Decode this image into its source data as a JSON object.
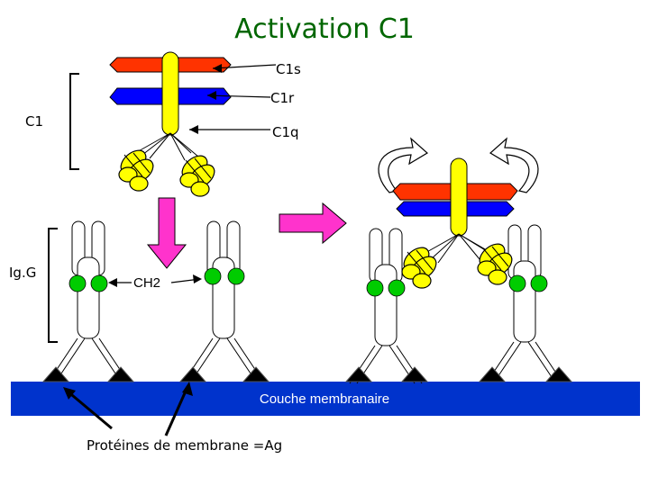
{
  "title": "Activation C1",
  "labels": {
    "c1s": "C1s",
    "c1r": "C1r",
    "c1q": "C1q",
    "c1": "C1",
    "igg": "Ig.G",
    "ch2": "CH2",
    "membrane": "Couche membranaire",
    "proteins": "Protéines de membrane =Ag"
  },
  "colors": {
    "title": "#006600",
    "c1s_bar": "#ff3300",
    "c1r_bar": "#0000ff",
    "c1q": "#ffff00",
    "ch2_domain": "#00cc00",
    "membrane": "#0033cc",
    "antigen": "#000000",
    "step_arrow_down": "#ff33cc",
    "step_arrow_right": "#ff33cc",
    "c1s_label": "#cc0000"
  },
  "icons": {
    "rotation_arrows": "curved-rotation-arrow-icon",
    "step_down": "arrow-down-icon",
    "step_right": "arrow-right-icon"
  }
}
